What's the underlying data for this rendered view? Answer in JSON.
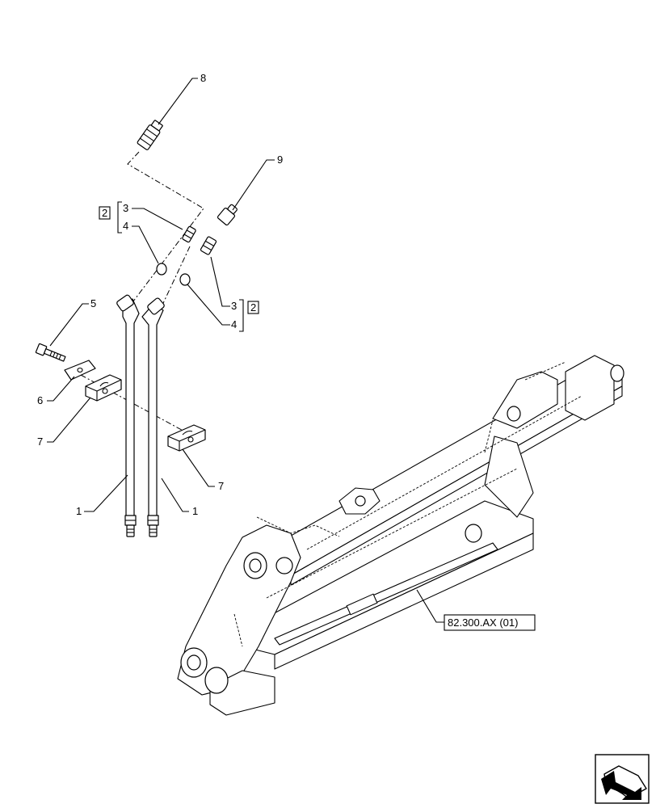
{
  "callouts": {
    "c1a": "1",
    "c1b": "1",
    "c3a": "3",
    "c3b": "3",
    "c4a": "4",
    "c4b": "4",
    "c5": "5",
    "c6": "6",
    "c7a": "7",
    "c7b": "7",
    "c8": "8",
    "c9": "9",
    "kit_a": "2",
    "kit_b": "2"
  },
  "reference": "82.300.AX (01)",
  "icons": {
    "nav": "next-page-arrow-icon"
  }
}
